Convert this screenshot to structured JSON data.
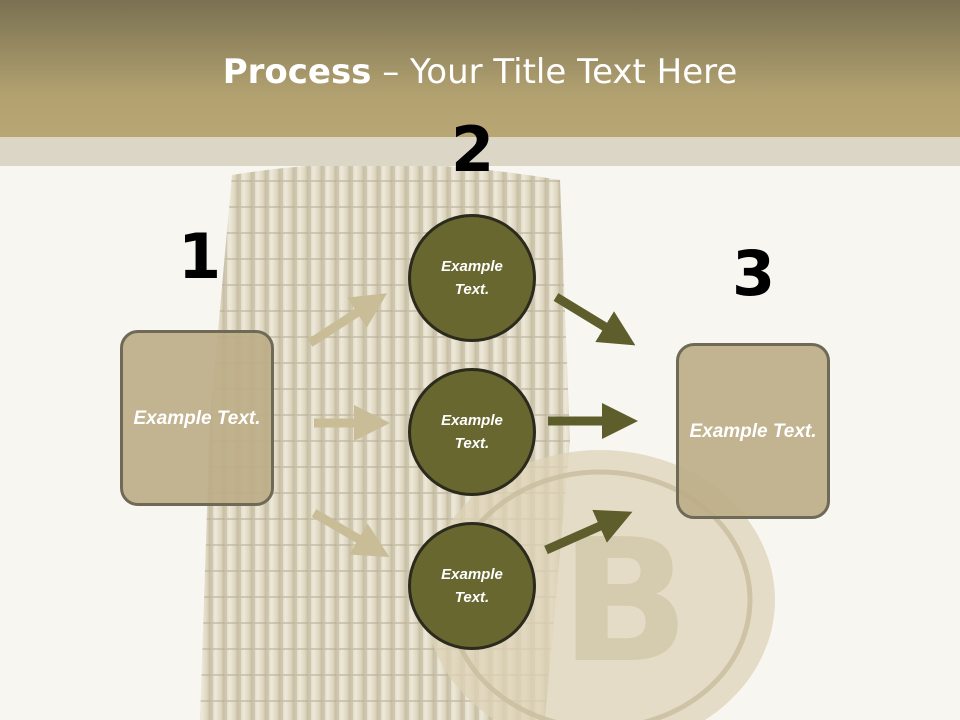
{
  "title": {
    "bold": "Process",
    "rest": " – Your Title Text Here"
  },
  "steps": {
    "one": {
      "number": "1",
      "text": "Example Text."
    },
    "two": {
      "number": "2",
      "items": [
        "Example Text.",
        "Example Text.",
        "Example Text."
      ]
    },
    "three": {
      "number": "3",
      "text": "Example Text."
    }
  },
  "colors": {
    "header": "#b3a271",
    "box_fill": "#bdae88",
    "circle_fill": "#67672f",
    "arrow_light": "#c9bd98",
    "arrow_dark": "#5e5e2c"
  },
  "icons": {
    "background": "coin-stack-image"
  }
}
